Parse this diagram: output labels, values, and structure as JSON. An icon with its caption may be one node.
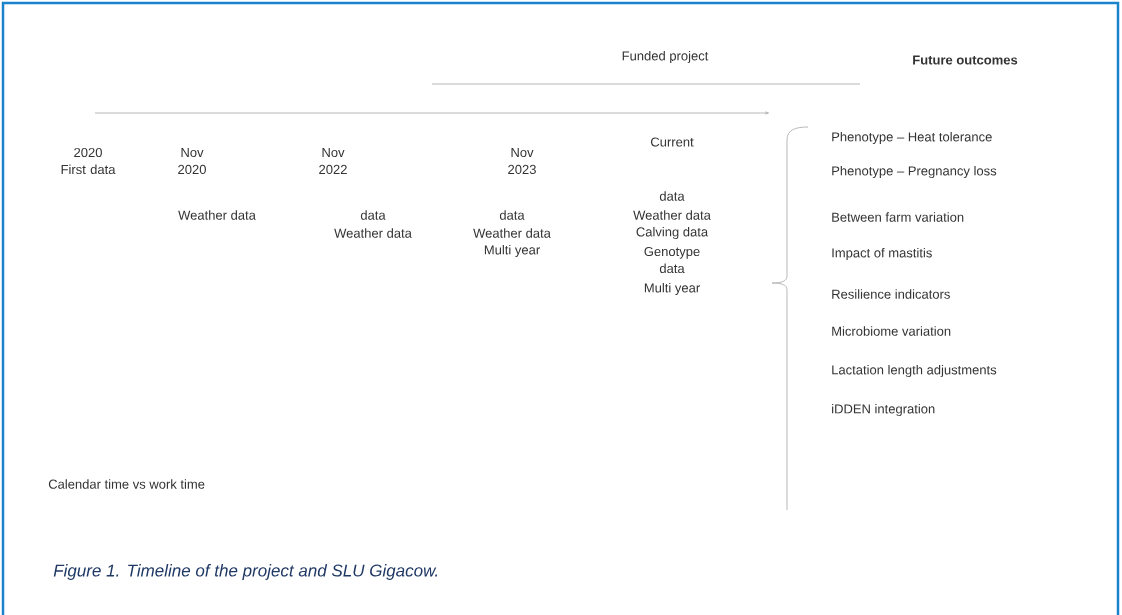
{
  "diagram": {
    "caption": "Figure 1. Timeline of the project and SLU Gigacow.",
    "labels": [
      "Funded project",
      "Future outcomes",
      "2020 First data",
      "Nov 2020",
      "Nov 2022",
      "Nov 2023",
      "Current",
      "Weather data",
      "data",
      "Weather data",
      "data",
      "Weather data",
      "Multi year",
      "data",
      "Weather data",
      "Calving data",
      "Genotype data",
      "Multi year",
      "Phenotype – Heat tolerance",
      "Phenotype – Pregnancy loss",
      "Between farm variation",
      "Impact of mastitis",
      "Resilience indicators",
      "Microbiome variation",
      "Lactation length adjustments",
      "iDDEN integration",
      "Calendar time vs work time"
    ]
  }
}
